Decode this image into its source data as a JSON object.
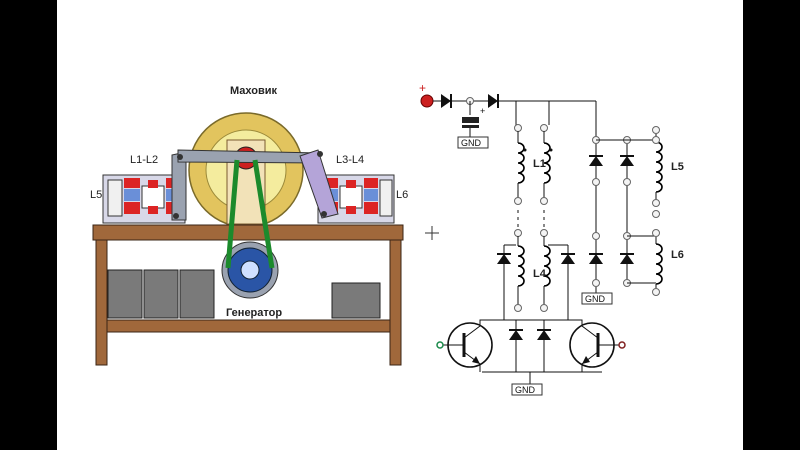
{
  "machine": {
    "flywheel_label": "Маховик",
    "generator_label": "Генератор",
    "coil_pair_left_label": "L1-L2",
    "coil_pair_right_label": "L3-L4",
    "left_outer_coil_label": "L5",
    "right_outer_coil_label": "L6"
  },
  "circuit": {
    "plus_sign": "+",
    "cap_plus_sign": "+",
    "gnd_labels": [
      "GND",
      "GND",
      "GND"
    ],
    "coil_labels": [
      "L1",
      "L4",
      "L5",
      "L6"
    ]
  },
  "colors": {
    "table_wood": "#a0683b",
    "flywheel_outer": "#e2c45e",
    "flywheel_inner": "#f4ec9e",
    "arm_gray": "#9aa2b0",
    "arm_purple": "#b4a4d8",
    "belt_green": "#1c8a2c",
    "generator_blue": "#2a55a6",
    "magnet_red": "#dc2424",
    "weight_gray": "#7a7a7a",
    "diode_black": "#111111"
  }
}
